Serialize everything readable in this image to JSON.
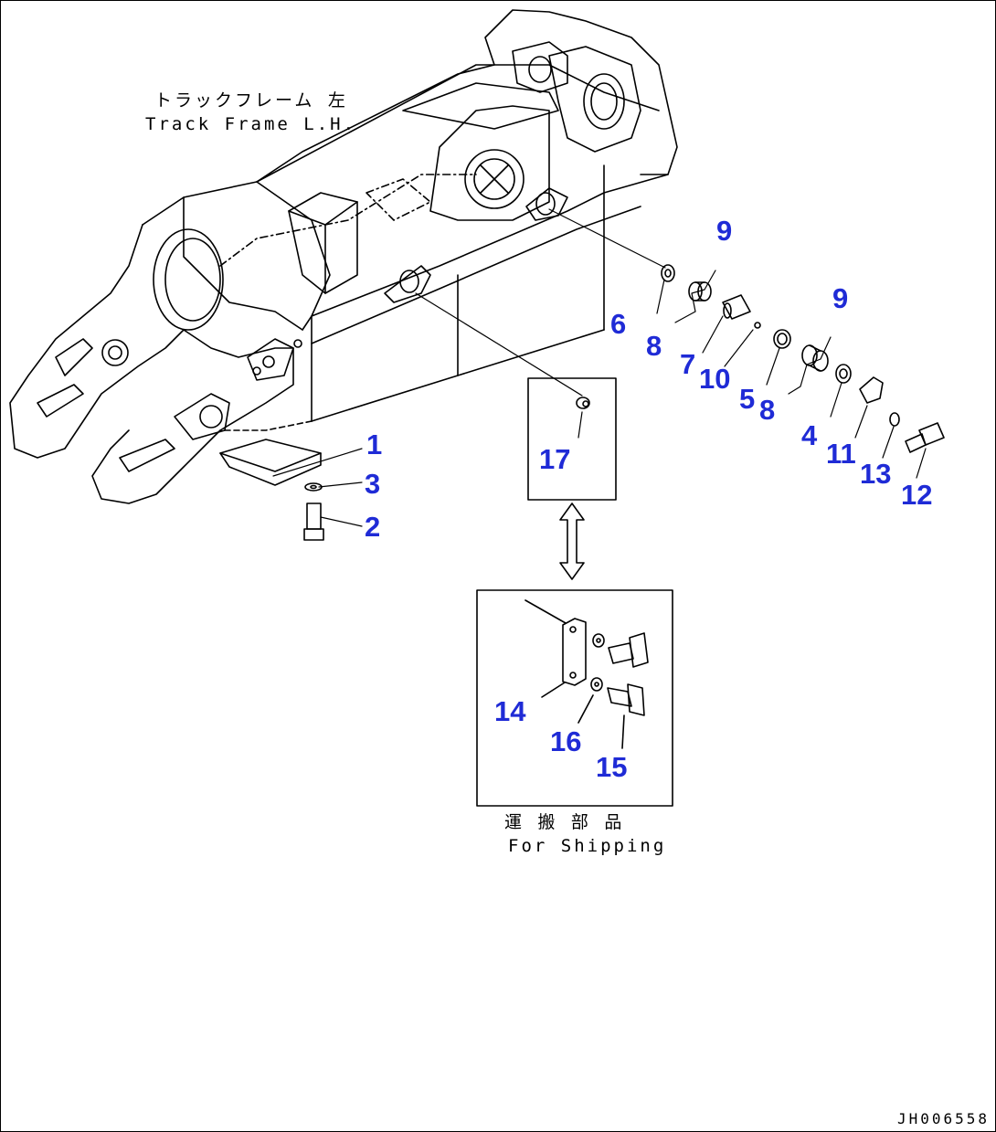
{
  "captions": {
    "track_frame_jp": "トラックフレーム 左",
    "track_frame_en": "Track Frame L.H.",
    "shipping_jp": "運 搬 部 品",
    "shipping_en": "For Shipping"
  },
  "drawing_code": "JH006558",
  "colors": {
    "callout": "#1f2bd6",
    "line": "#000000"
  },
  "callouts": [
    {
      "id": "c1",
      "label": "1"
    },
    {
      "id": "c2",
      "label": "2"
    },
    {
      "id": "c3",
      "label": "3"
    },
    {
      "id": "c4",
      "label": "4"
    },
    {
      "id": "c5",
      "label": "5"
    },
    {
      "id": "c6",
      "label": "6"
    },
    {
      "id": "c7",
      "label": "7"
    },
    {
      "id": "c8a",
      "label": "8"
    },
    {
      "id": "c8b",
      "label": "8"
    },
    {
      "id": "c9a",
      "label": "9"
    },
    {
      "id": "c9b",
      "label": "9"
    },
    {
      "id": "c10",
      "label": "10"
    },
    {
      "id": "c11",
      "label": "11"
    },
    {
      "id": "c12",
      "label": "12"
    },
    {
      "id": "c13",
      "label": "13"
    },
    {
      "id": "c14",
      "label": "14"
    },
    {
      "id": "c15",
      "label": "15"
    },
    {
      "id": "c16",
      "label": "16"
    },
    {
      "id": "c17",
      "label": "17"
    }
  ]
}
